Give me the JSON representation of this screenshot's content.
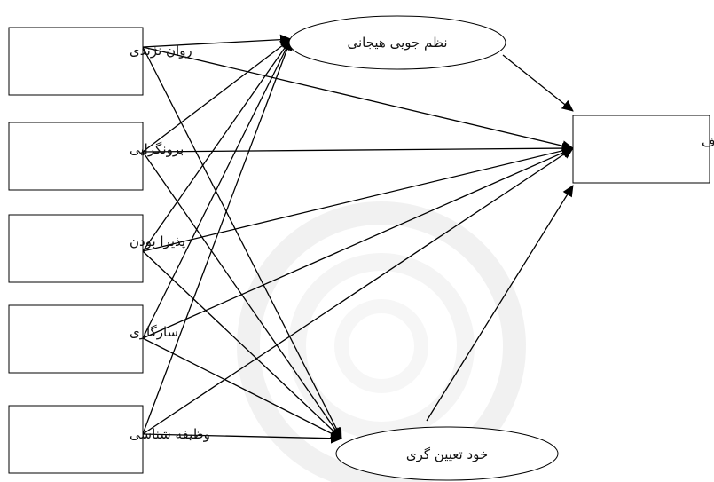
{
  "diagram": {
    "traits": [
      {
        "id": "neuroticism",
        "label": "روان نژندی"
      },
      {
        "id": "extraversion",
        "label": "برونگرایی"
      },
      {
        "id": "openness",
        "label": "پذیرا بودن"
      },
      {
        "id": "agreeableness",
        "label": "سازگاری"
      },
      {
        "id": "conscientiousness",
        "label": "وظیفه شناسی"
      }
    ],
    "mediators": [
      {
        "id": "emotion_regulation",
        "label": "نظم جویی هیجانی"
      },
      {
        "id": "self_determination",
        "label": "خود تعیین گری"
      }
    ],
    "outcome": {
      "id": "goal_orientation",
      "label": "جهت گیری هدف"
    },
    "edges": [
      [
        "neuroticism",
        "emotion_regulation"
      ],
      [
        "neuroticism",
        "goal_orientation"
      ],
      [
        "neuroticism",
        "self_determination"
      ],
      [
        "extraversion",
        "emotion_regulation"
      ],
      [
        "extraversion",
        "goal_orientation"
      ],
      [
        "extraversion",
        "self_determination"
      ],
      [
        "openness",
        "emotion_regulation"
      ],
      [
        "openness",
        "goal_orientation"
      ],
      [
        "openness",
        "self_determination"
      ],
      [
        "agreeableness",
        "emotion_regulation"
      ],
      [
        "agreeableness",
        "goal_orientation"
      ],
      [
        "agreeableness",
        "self_determination"
      ],
      [
        "conscientiousness",
        "emotion_regulation"
      ],
      [
        "conscientiousness",
        "goal_orientation"
      ],
      [
        "conscientiousness",
        "self_determination"
      ],
      [
        "emotion_regulation",
        "goal_orientation"
      ],
      [
        "self_determination",
        "goal_orientation"
      ]
    ],
    "colors": {
      "stroke": "#000000",
      "watermark": "#ececec"
    }
  }
}
